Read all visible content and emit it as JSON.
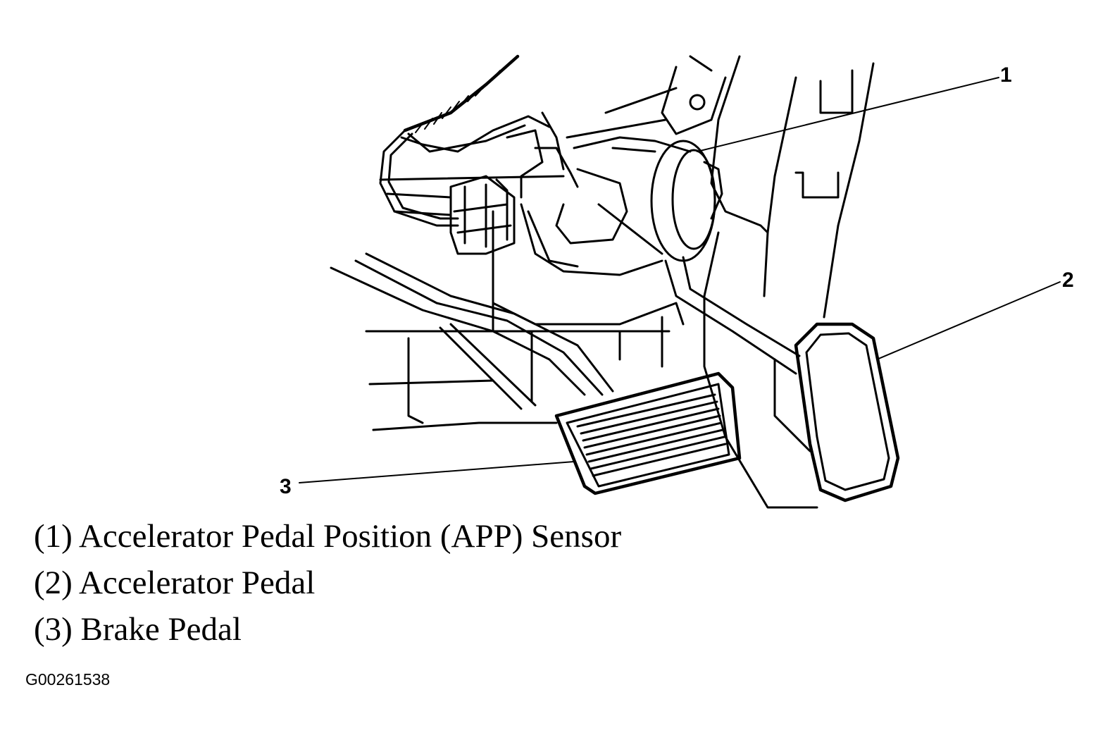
{
  "callouts": {
    "one": "1",
    "two": "2",
    "three": "3"
  },
  "legend": [
    "(1) Accelerator Pedal Position (APP) Sensor",
    "(2) Accelerator Pedal",
    "(3) Brake Pedal"
  ],
  "figure_code": "G00261538"
}
